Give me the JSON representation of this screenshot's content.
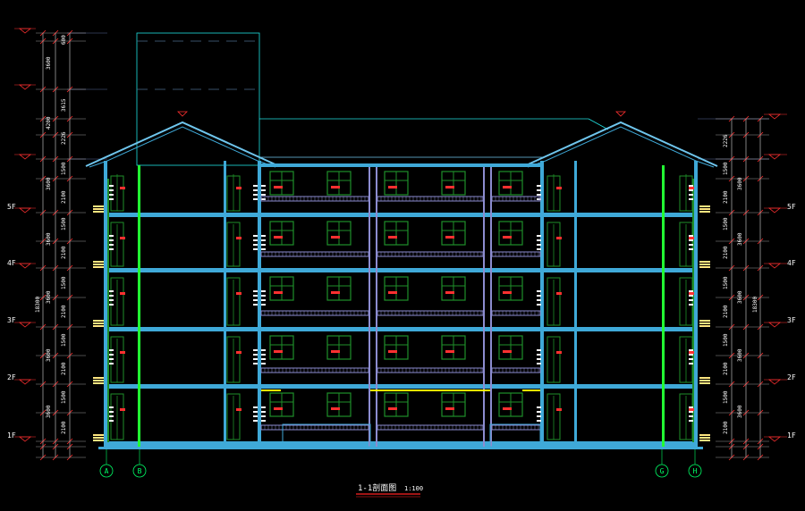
{
  "drawing": {
    "title": "1-1剖面图",
    "scale": "1:100",
    "colors": {
      "background": "#000000",
      "slab": "#3fa9d8",
      "roof": "#6fc6ee",
      "column": "#22ff33",
      "window": "#1f8f2a",
      "railing": "#8c8cd0",
      "dimension": "#ff3030",
      "outline": "#20e0e0",
      "text": "#ffffff",
      "title_underline": "#ff2020",
      "walkway": "#ffff00"
    }
  },
  "floors": {
    "left": [
      "5F",
      "4F",
      "3F",
      "2F",
      "1F"
    ],
    "right": [
      "5F",
      "4F",
      "3F",
      "2F",
      "1F"
    ]
  },
  "grid_axes": {
    "left": [
      "A",
      "B"
    ],
    "right": [
      "G",
      "H"
    ]
  },
  "dimensions": {
    "left_outer": [
      "3600",
      "3600",
      "3600",
      "3600",
      "3600",
      "4200",
      "3600"
    ],
    "left_inner": [
      "2100",
      "1500",
      "2100",
      "1500",
      "2100",
      "1500",
      "2100",
      "1500",
      "2100",
      "1500",
      "2226",
      "3615",
      "600"
    ],
    "left_total": "18300",
    "right_outer": [
      "3600",
      "3600",
      "3600",
      "3600",
      "3600"
    ],
    "right_inner": [
      "2226",
      "1500",
      "2100",
      "1500",
      "2100",
      "1500",
      "2100",
      "1500",
      "2100",
      "1500",
      "2100"
    ],
    "right_total": "18300"
  }
}
